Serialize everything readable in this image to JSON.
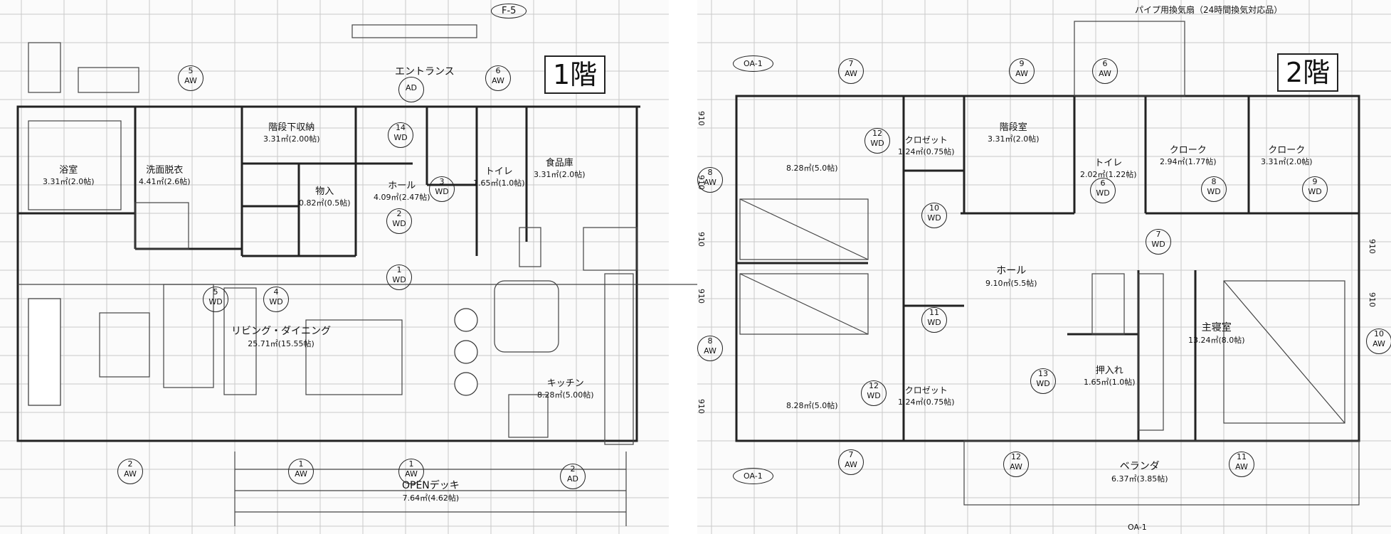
{
  "floors": [
    {
      "tag": "1階",
      "rooms": [
        {
          "name": "浴室",
          "area": "3.31㎡(2.0帖)"
        },
        {
          "name": "洗面脱衣",
          "area": "4.41㎡(2.6帖)"
        },
        {
          "name": "階段下収納",
          "area": "3.31㎡(2.00帖)"
        },
        {
          "name": "物入",
          "area": "0.82㎡(0.5帖)"
        },
        {
          "name": "エントランス",
          "area": ""
        },
        {
          "name": "ホール",
          "area": "4.09㎡(2.47帖)"
        },
        {
          "name": "トイレ",
          "area": "1.65㎡(1.0帖)"
        },
        {
          "name": "食品庫",
          "area": "3.31㎡(2.0帖)"
        },
        {
          "name": "リビング・ダイニング",
          "area": "25.71㎡(15.55帖)"
        },
        {
          "name": "キッチン",
          "area": "8.28㎡(5.00帖)"
        },
        {
          "name": "OPENデッキ",
          "area": "7.64㎡(4.62帖)"
        }
      ],
      "tags": [
        {
          "num": "5",
          "type": "AW"
        },
        {
          "num": "6",
          "type": "AW"
        },
        {
          "num": "AD",
          "type": ""
        },
        {
          "num": "14",
          "type": "WD"
        },
        {
          "num": "3",
          "type": "WD"
        },
        {
          "num": "2",
          "type": "WD"
        },
        {
          "num": "1",
          "type": "WD"
        },
        {
          "num": "5",
          "type": "WD"
        },
        {
          "num": "4",
          "type": "WD"
        },
        {
          "num": "2",
          "type": "AW"
        },
        {
          "num": "1",
          "type": "AW"
        },
        {
          "num": "1",
          "type": "AW"
        },
        {
          "num": "2",
          "type": "AD"
        }
      ],
      "top_label": "F-5"
    },
    {
      "tag": "2階",
      "header_note": "パイプ用換気扇（24時間換気対応品）",
      "rooms": [
        {
          "name": "",
          "area": "8.28㎡(5.0帖)"
        },
        {
          "name": "クロゼット",
          "area": "1.24㎡(0.75帖)"
        },
        {
          "name": "階段室",
          "area": "3.31㎡(2.0帖)"
        },
        {
          "name": "トイレ",
          "area": "2.02㎡(1.22帖)"
        },
        {
          "name": "クローク",
          "area": "2.94㎡(1.77帖)"
        },
        {
          "name": "クローク",
          "area": "3.31㎡(2.0帖)"
        },
        {
          "name": "ホール",
          "area": "9.10㎡(5.5帖)"
        },
        {
          "name": "主寝室",
          "area": "13.24㎡(8.0帖)"
        },
        {
          "name": "押入れ",
          "area": "1.65㎡(1.0帖)"
        },
        {
          "name": "",
          "area": "8.28㎡(5.0帖)"
        },
        {
          "name": "クロゼット",
          "area": "1.24㎡(0.75帖)"
        },
        {
          "name": "ベランダ",
          "area": "6.37㎡(3.85帖)"
        }
      ],
      "tags": [
        {
          "num": "7",
          "type": "AW"
        },
        {
          "num": "9",
          "type": "AW"
        },
        {
          "num": "6",
          "type": "AW"
        },
        {
          "num": "12",
          "type": "WD"
        },
        {
          "num": "8",
          "type": "AW"
        },
        {
          "num": "10",
          "type": "WD"
        },
        {
          "num": "6",
          "type": "WD"
        },
        {
          "num": "8",
          "type": "WD"
        },
        {
          "num": "9",
          "type": "WD"
        },
        {
          "num": "7",
          "type": "WD"
        },
        {
          "num": "11",
          "type": "WD"
        },
        {
          "num": "8",
          "type": "AW"
        },
        {
          "num": "13",
          "type": "WD"
        },
        {
          "num": "12",
          "type": "WD"
        },
        {
          "num": "7",
          "type": "AW"
        },
        {
          "num": "12",
          "type": "AW"
        },
        {
          "num": "11",
          "type": "AW"
        },
        {
          "num": "10",
          "type": "AW"
        }
      ],
      "oa_labels": [
        "OA-1",
        "OA-1",
        "OA-1"
      ],
      "dims": [
        "910",
        "910",
        "910",
        "910",
        "910",
        "910",
        "910"
      ]
    }
  ]
}
